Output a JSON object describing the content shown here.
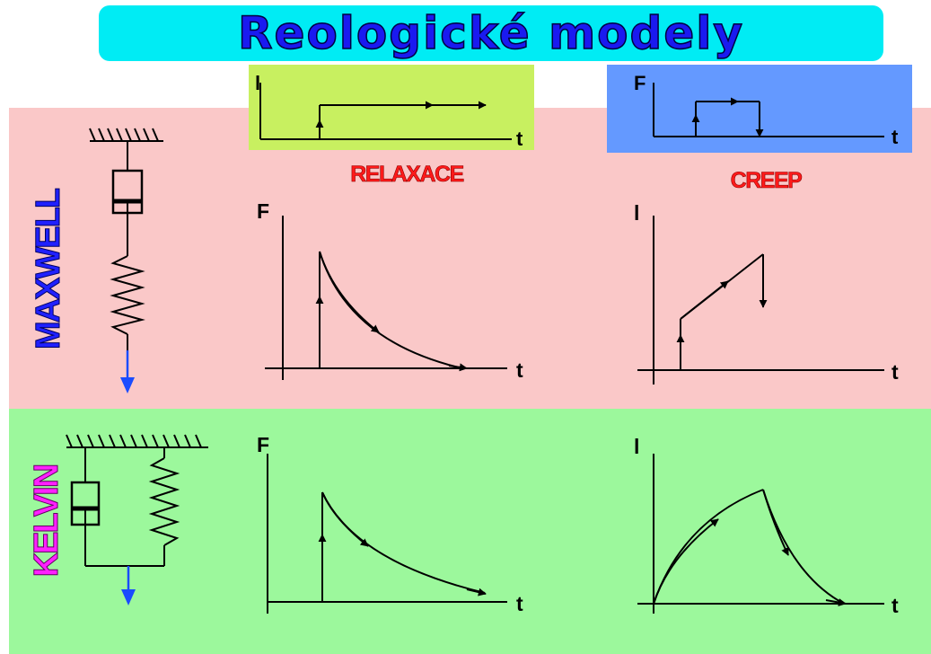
{
  "title": "Reologické modely",
  "models": {
    "maxwell": "MAXWELL",
    "kelvin": "KELVIN"
  },
  "sections": {
    "relaxace": "RELAXACE",
    "creep": "CREEP"
  },
  "axis_labels": {
    "l": "l",
    "f": "F",
    "t": "t"
  },
  "colors": {
    "title_bg": "#00ecf4",
    "title_text": "#1a1af0",
    "maxwell_band": "#fac8c8",
    "kelvin_band": "#9cf89c",
    "relax_input_box": "#c8f060",
    "creep_input_box": "#6499ff",
    "section_label": "#ff1a1a",
    "maxwell_label": "#2020ff",
    "kelvin_label": "#ff20ff",
    "load_arrow": "#1a4cff"
  }
}
